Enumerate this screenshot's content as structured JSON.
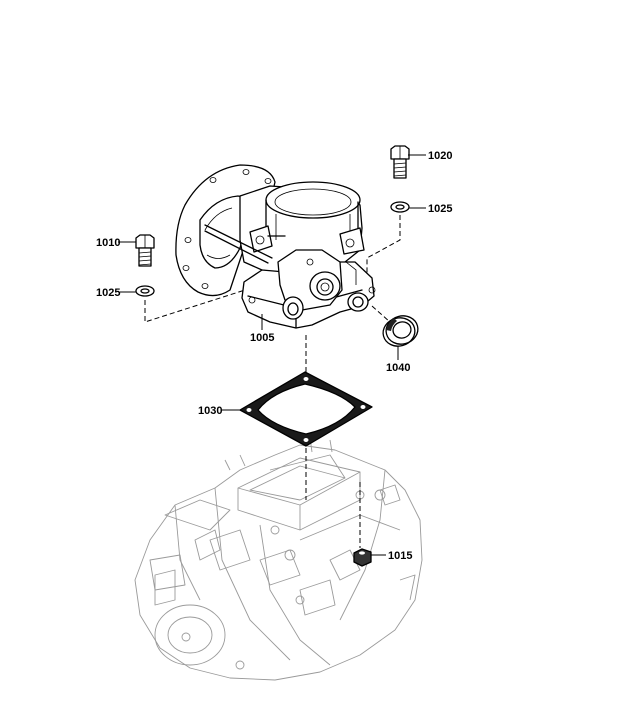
{
  "callouts": [
    {
      "id": "1005",
      "label": "1005"
    },
    {
      "id": "1010",
      "label": "1010"
    },
    {
      "id": "1015",
      "label": "1015"
    },
    {
      "id": "1020",
      "label": "1020"
    },
    {
      "id": "1025a",
      "label": "1025"
    },
    {
      "id": "1025b",
      "label": "1025"
    },
    {
      "id": "1030",
      "label": "1030"
    },
    {
      "id": "1040",
      "label": "1040"
    }
  ]
}
